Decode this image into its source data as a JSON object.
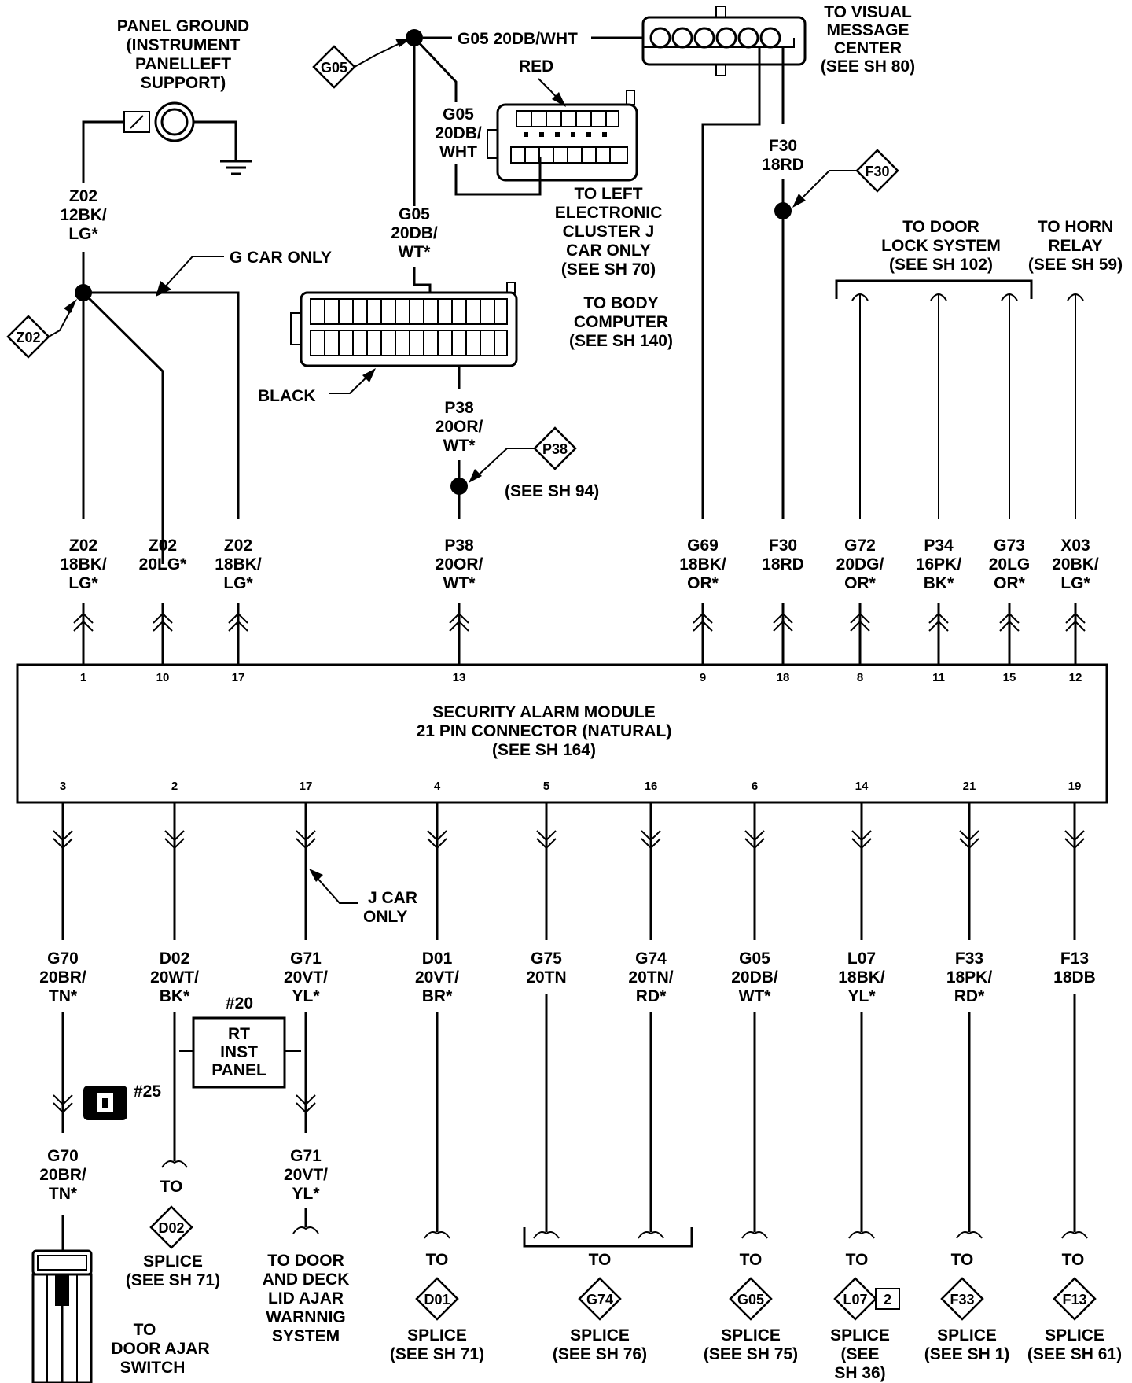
{
  "panel_ground": {
    "lines": [
      "PANEL GROUND",
      "(INSTRUMENT",
      "PANELLEFT",
      "SUPPORT)"
    ]
  },
  "visual_center": {
    "lines": [
      "TO VISUAL",
      "MESSAGE",
      "CENTER",
      "(SEE SH 80)"
    ]
  },
  "g05_top_wire": "G05 20DB/WHT",
  "red_label": "RED",
  "left_cluster_wire": [
    "G05",
    "20DB/",
    "WHT"
  ],
  "left_cluster": {
    "lines": [
      "TO LEFT",
      "ELECTRONIC",
      "CLUSTER J",
      "CAR ONLY",
      "(SEE SH 70)"
    ]
  },
  "z02_top_wire": [
    "Z02",
    "12BK/",
    "LG*"
  ],
  "g_car_only": "G CAR ONLY",
  "g05_mid_wire": [
    "G05",
    "20DB/",
    "WT*"
  ],
  "body_computer": {
    "lines": [
      "TO BODY",
      "COMPUTER",
      "(SEE SH 140)"
    ]
  },
  "black_label": "BLACK",
  "p38_upper_wire": [
    "P38",
    "20OR/",
    "WT*"
  ],
  "see_sh_94": "(SEE SH 94)",
  "f30_upper_wire": [
    "F30",
    "18RD"
  ],
  "door_lock": {
    "lines": [
      "TO DOOR",
      "LOCK SYSTEM",
      "(SEE SH 102)"
    ]
  },
  "horn_relay": {
    "lines": [
      "TO HORN",
      "RELAY",
      "(SEE SH 59)"
    ]
  },
  "module": {
    "lines": [
      "SECURITY ALARM MODULE",
      "21 PIN CONNECTOR (NATURAL)",
      "(SEE SH 164)"
    ]
  },
  "top_pins": [
    {
      "pin": "1",
      "wire": [
        "Z02",
        "18BK/",
        "LG*"
      ]
    },
    {
      "pin": "10",
      "wire": [
        "Z02",
        "20LG*"
      ]
    },
    {
      "pin": "17",
      "wire": [
        "Z02",
        "18BK/",
        "LG*"
      ]
    },
    {
      "pin": "13",
      "wire": [
        "P38",
        "20OR/",
        "WT*"
      ]
    },
    {
      "pin": "9",
      "wire": [
        "G69",
        "18BK/",
        "OR*"
      ]
    },
    {
      "pin": "18",
      "wire": [
        "F30",
        "18RD"
      ]
    },
    {
      "pin": "8",
      "wire": [
        "G72",
        "20DG/",
        "OR*"
      ]
    },
    {
      "pin": "11",
      "wire": [
        "P34",
        "16PK/",
        "BK*"
      ]
    },
    {
      "pin": "15",
      "wire": [
        "G73",
        "20LG",
        "OR*"
      ]
    },
    {
      "pin": "12",
      "wire": [
        "X03",
        "20BK/",
        "LG*"
      ]
    }
  ],
  "bottom_pins": [
    {
      "pin": "3",
      "wire": [
        "G70",
        "20BR/",
        "TN*"
      ]
    },
    {
      "pin": "2",
      "wire": [
        "D02",
        "20WT/",
        "BK*"
      ]
    },
    {
      "pin": "17",
      "wire": [
        "G71",
        "20VT/",
        "YL*"
      ]
    },
    {
      "pin": "4",
      "wire": [
        "D01",
        "20VT/",
        "BR*"
      ]
    },
    {
      "pin": "5",
      "wire": [
        "G75",
        "20TN"
      ]
    },
    {
      "pin": "16",
      "wire": [
        "G74",
        "20TN/",
        "RD*"
      ]
    },
    {
      "pin": "6",
      "wire": [
        "G05",
        "20DB/",
        "WT*"
      ]
    },
    {
      "pin": "14",
      "wire": [
        "L07",
        "18BK/",
        "YL*"
      ]
    },
    {
      "pin": "21",
      "wire": [
        "F33",
        "18PK/",
        "RD*"
      ]
    },
    {
      "pin": "19",
      "wire": [
        "F13",
        "18DB"
      ]
    }
  ],
  "j_car_only": [
    "J CAR",
    "ONLY"
  ],
  "rt_inst_panel": {
    "number": "#20",
    "lines": [
      "RT",
      "INST",
      "PANEL"
    ]
  },
  "connector_25": "#25",
  "g70_lower_wire": [
    "G70",
    "20BR/",
    "TN*"
  ],
  "g71_lower_wire": [
    "G71",
    "20VT/",
    "YL*"
  ],
  "to_label": "TO",
  "door_ajar": {
    "lines": [
      "TO",
      "DOOR AJAR",
      "SWITCH"
    ]
  },
  "door_deck": {
    "lines": [
      "TO DOOR",
      "AND DECK",
      "LID AJAR",
      "WARNNIG",
      "SYSTEM"
    ]
  },
  "diamonds": {
    "g05_top": "G05",
    "z02": "Z02",
    "p38": "P38",
    "f30": "F30",
    "d02": "D02",
    "d01": "D01",
    "g74": "G74",
    "g05_bottom": "G05",
    "l07": "L07",
    "f33": "F33",
    "f13": "F13"
  },
  "l07_box": "2",
  "splices": [
    {
      "lines": [
        "SPLICE",
        "(SEE SH 71)"
      ]
    },
    {
      "lines": [
        "SPLICE",
        "(SEE SH 71)"
      ]
    },
    {
      "lines": [
        "SPLICE",
        "(SEE SH 76)"
      ]
    },
    {
      "lines": [
        "SPLICE",
        "(SEE SH 75)"
      ]
    },
    {
      "lines": [
        "SPLICE",
        "(SEE",
        "SH 36)"
      ]
    },
    {
      "lines": [
        "SPLICE",
        "(SEE SH 1)"
      ]
    },
    {
      "lines": [
        "SPLICE",
        "(SEE SH 61)"
      ]
    }
  ]
}
